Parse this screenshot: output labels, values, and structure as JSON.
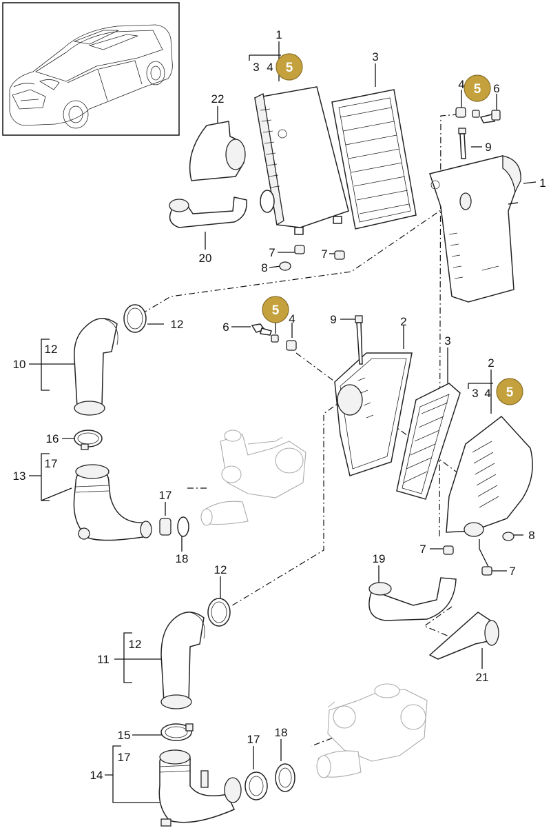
{
  "labels": {
    "p1_top": "1",
    "p3_top": "3",
    "p4_top": "4",
    "p5_top": "5",
    "p3_filter_top": "3",
    "p22": "22",
    "p20": "20",
    "p7_a": "7",
    "p7_b": "7",
    "p8_a": "8",
    "p4_right": "4",
    "p5_right": "5",
    "p6_right": "6",
    "p9_right": "9",
    "p1_right": "1",
    "p12_a": "12",
    "p12_b": "12",
    "p10": "10",
    "p6_mid": "6",
    "p5_mid": "5",
    "p4_mid": "4",
    "p9_mid": "9",
    "p2_mid": "2",
    "p3_mid": "3",
    "p2_right": "2",
    "p3_right": "3",
    "p4_right2": "4",
    "p5_right2": "5",
    "p16": "16",
    "p17_a": "17",
    "p13": "13",
    "p17_b": "17",
    "p18_a": "18",
    "p8_b": "8",
    "p7_c": "7",
    "p7_d": "7",
    "p19": "19",
    "p21": "21",
    "p12_c": "12",
    "p12_d": "12",
    "p11": "11",
    "p15": "15",
    "p17_c": "17",
    "p14": "14",
    "p17_d": "17",
    "p18_b": "18"
  }
}
